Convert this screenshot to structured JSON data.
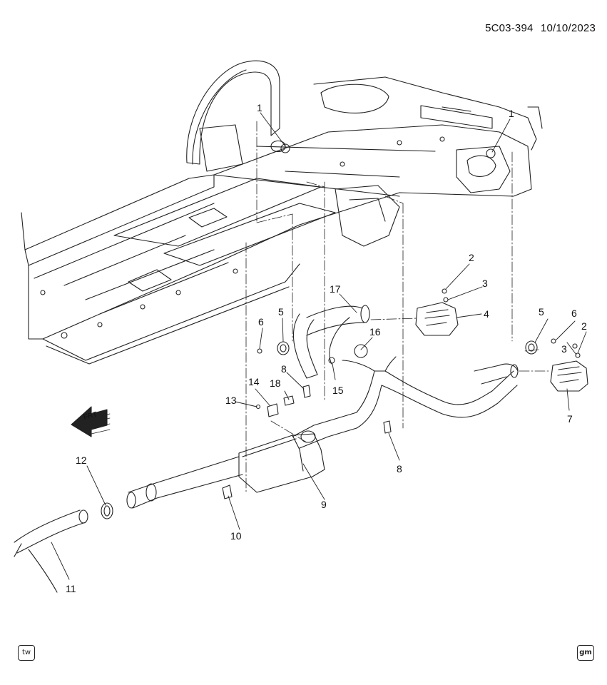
{
  "header": {
    "diagram_id": "5C03-394",
    "date": "10/10/2023"
  },
  "direction_label": "FRT",
  "footer": {
    "left_badge": "tw",
    "right_badge": "gm"
  },
  "callouts": [
    "1",
    "1",
    "2",
    "3",
    "4",
    "5",
    "6",
    "2",
    "3",
    "5",
    "6",
    "7",
    "8",
    "8",
    "9",
    "10",
    "11",
    "12",
    "13",
    "14",
    "15",
    "16",
    "17",
    "18"
  ],
  "colors": {
    "line": "#222222",
    "background": "#ffffff"
  }
}
